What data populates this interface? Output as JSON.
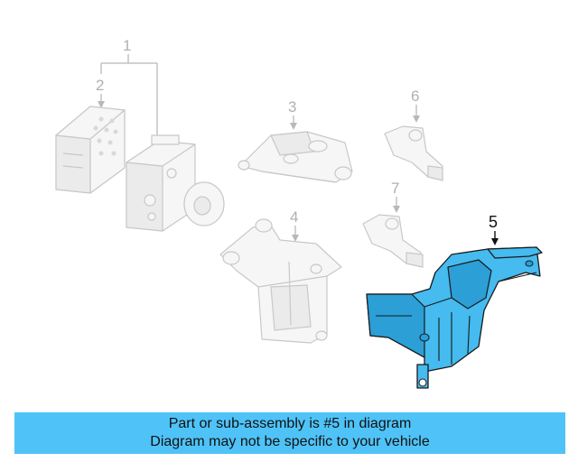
{
  "diagram": {
    "callouts": [
      {
        "number": "1",
        "highlighted": false
      },
      {
        "number": "2",
        "highlighted": false
      },
      {
        "number": "3",
        "highlighted": false
      },
      {
        "number": "4",
        "highlighted": false
      },
      {
        "number": "5",
        "highlighted": true
      },
      {
        "number": "6",
        "highlighted": false
      },
      {
        "number": "7",
        "highlighted": false
      }
    ],
    "highlight_color": "#45bbef"
  },
  "banner": {
    "line1": "Part or sub-assembly is #5 in diagram",
    "line2": "Diagram may not be specific to your vehicle",
    "background": "#4fc3f7"
  }
}
